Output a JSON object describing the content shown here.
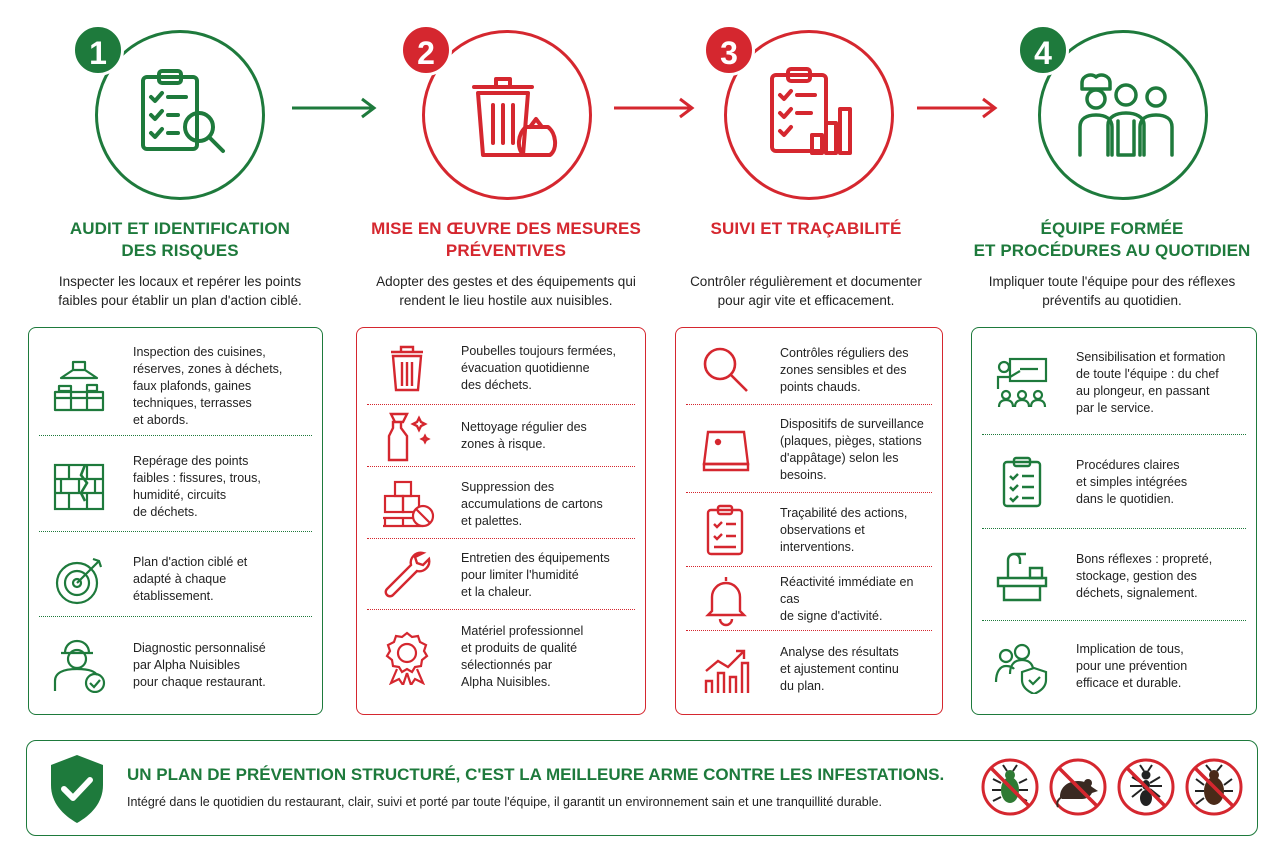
{
  "steps": [
    {
      "number": "1",
      "title_line1": "AUDIT ET IDENTIFICATION",
      "title_line2": "DES RISQUES",
      "subtitle_line1": "Inspecter les locaux et repérer les points",
      "subtitle_line2": "faibles pour établir un plan d'action ciblé.",
      "color": "#1e7a3c",
      "items": [
        {
          "icon": "kitchen-hood-icon",
          "lines": [
            "Inspection des cuisines,",
            "réserves, zones à déchets,",
            "faux plafonds, gaines",
            "techniques, terrasses",
            "et abords."
          ]
        },
        {
          "icon": "cracked-wall-icon",
          "lines": [
            "Repérage des points",
            "faibles : fissures, trous,",
            "humidité, circuits",
            "de déchets."
          ]
        },
        {
          "icon": "target-icon",
          "lines": [
            "Plan d'action ciblé et",
            "adapté à chaque",
            "établissement."
          ]
        },
        {
          "icon": "technician-icon",
          "lines": [
            "Diagnostic personnalisé",
            "par Alpha Nuisibles",
            "pour chaque restaurant."
          ]
        }
      ]
    },
    {
      "number": "2",
      "title_line1": "MISE EN ŒUVRE DES MESURES",
      "title_line2": "PRÉVENTIVES",
      "subtitle_line1": "Adopter des gestes et des équipements qui",
      "subtitle_line2": "rendent le lieu hostile aux nuisibles.",
      "color": "#d5272f",
      "items": [
        {
          "icon": "trash-bin-icon",
          "lines": [
            "Poubelles toujours fermées,",
            "évacuation quotidienne",
            "des déchets."
          ]
        },
        {
          "icon": "spray-bottle-icon",
          "lines": [
            "Nettoyage régulier des",
            "zones à risque."
          ]
        },
        {
          "icon": "boxes-forbidden-icon",
          "lines": [
            "Suppression des",
            "accumulations de cartons",
            "et palettes."
          ]
        },
        {
          "icon": "wrench-icon",
          "lines": [
            "Entretien des équipements",
            "pour limiter l'humidité",
            "et la chaleur."
          ]
        },
        {
          "icon": "quality-badge-icon",
          "lines": [
            "Matériel professionnel",
            "et produits de qualité",
            "sélectionnés par",
            "Alpha Nuisibles."
          ]
        }
      ]
    },
    {
      "number": "3",
      "title_line1": "SUIVI ET TRAÇABILITÉ",
      "title_line2": "",
      "subtitle_line1": "Contrôler régulièrement et documenter",
      "subtitle_line2": "pour agir vite et efficacement.",
      "color": "#d5272f",
      "items": [
        {
          "icon": "magnifier-icon",
          "lines": [
            "Contrôles réguliers des",
            "zones sensibles et des",
            "points chauds."
          ]
        },
        {
          "icon": "bait-station-icon",
          "lines": [
            "Dispositifs de surveillance",
            "(plaques, pièges, stations",
            "d'appâtage) selon les",
            "besoins."
          ]
        },
        {
          "icon": "checklist-icon",
          "lines": [
            "Traçabilité des actions,",
            "observations et",
            "interventions."
          ]
        },
        {
          "icon": "bell-icon",
          "lines": [
            "Réactivité immédiate en cas",
            "de signe d'activité."
          ]
        },
        {
          "icon": "growth-chart-icon",
          "lines": [
            "Analyse des résultats",
            "et ajustement continu",
            "du plan."
          ]
        }
      ]
    },
    {
      "number": "4",
      "title_line1": "ÉQUIPE FORMÉE",
      "title_line2": "ET PROCÉDURES AU QUOTIDIEN",
      "subtitle_line1": "Impliquer toute l'équipe pour des réflexes",
      "subtitle_line2": "préventifs au quotidien.",
      "color": "#1e7a3c",
      "items": [
        {
          "icon": "training-board-icon",
          "lines": [
            "Sensibilisation et formation",
            "de toute l'équipe : du chef",
            "au plongeur, en passant",
            "par le service."
          ]
        },
        {
          "icon": "clipboard-icon",
          "lines": [
            "Procédures claires",
            "et simples intégrées",
            "dans le quotidien."
          ]
        },
        {
          "icon": "sink-icon",
          "lines": [
            "Bons réflexes : propreté,",
            "stockage, gestion des",
            "déchets, signalement."
          ]
        },
        {
          "icon": "team-shield-icon",
          "lines": [
            "Implication de tous,",
            "pour une prévention",
            "efficace et durable."
          ]
        }
      ]
    }
  ],
  "banner": {
    "title": "UN PLAN DE PRÉVENTION STRUCTURÉ, C'EST LA MEILLEURE ARME CONTRE LES INFESTATIONS.",
    "subtitle": "Intégré dans le quotidien du restaurant, clair, suivi et porté par toute l'équipe, il garantit un environnement sain et une tranquillité durable.",
    "pests": [
      "no-cockroach-icon",
      "no-rat-icon",
      "no-ant-icon",
      "no-beetle-icon"
    ]
  },
  "colors": {
    "green": "#1e7a3c",
    "red": "#d5272f"
  }
}
